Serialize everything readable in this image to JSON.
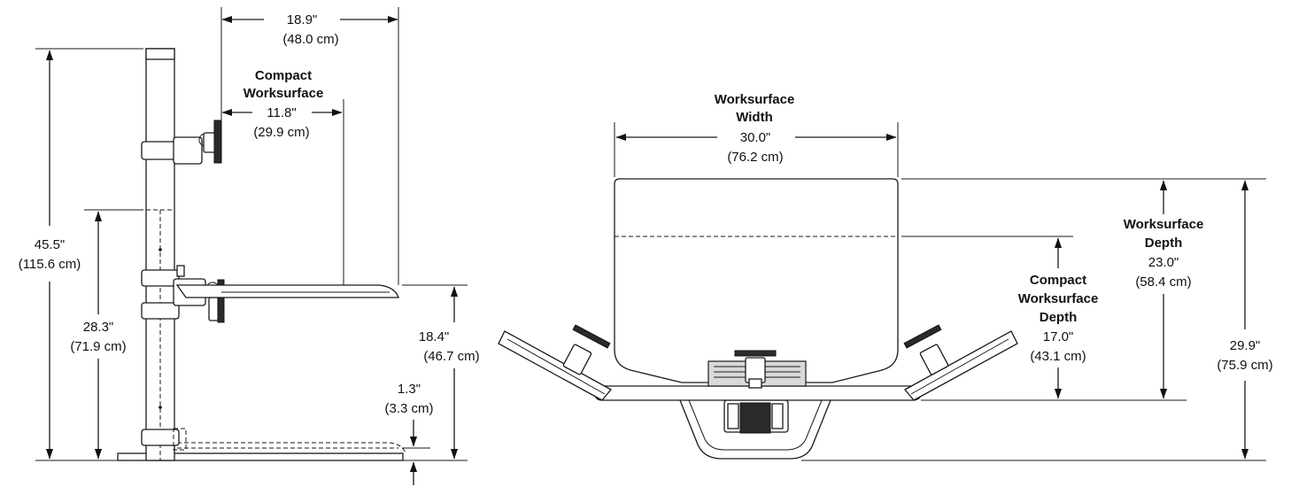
{
  "side_view": {
    "total_width": {
      "in": "18.9\"",
      "cm": "(48.0 cm)"
    },
    "compact_title": [
      "Compact",
      "Worksurface"
    ],
    "compact_width": {
      "in": "11.8\"",
      "cm": "(29.9 cm)"
    },
    "total_height": {
      "in": "45.5\"",
      "cm": "(115.6 cm)"
    },
    "column_height": {
      "in": "28.3\"",
      "cm": "(71.9 cm)"
    },
    "surface_height": {
      "in": "18.4\"",
      "cm": "(46.7 cm)"
    },
    "base_height": {
      "in": "1.3\"",
      "cm": "(3.3 cm)"
    }
  },
  "top_view": {
    "width_title": [
      "Worksurface",
      "Width"
    ],
    "width": {
      "in": "30.0\"",
      "cm": "(76.2 cm)"
    },
    "depth_title": [
      "Worksurface",
      "Depth"
    ],
    "depth": {
      "in": "23.0\"",
      "cm": "(58.4 cm)"
    },
    "compact_depth_title": [
      "Compact",
      "Worksurface",
      "Depth"
    ],
    "compact_depth": {
      "in": "17.0\"",
      "cm": "(43.1 cm)"
    },
    "overall_depth": {
      "in": "29.9\"",
      "cm": "(75.9 cm)"
    }
  }
}
